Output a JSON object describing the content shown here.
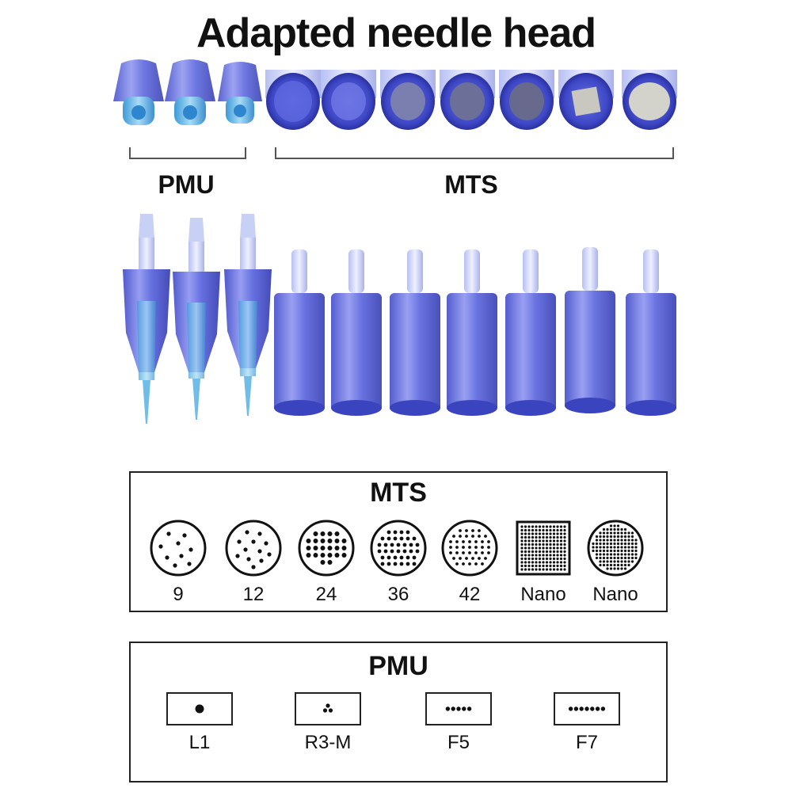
{
  "title": "Adapted needle head",
  "groups": {
    "pmu_label": "PMU",
    "mts_label": "MTS"
  },
  "mts_panel": {
    "title": "MTS",
    "items": [
      {
        "label": "9",
        "pattern": "9"
      },
      {
        "label": "12",
        "pattern": "12"
      },
      {
        "label": "24",
        "pattern": "24"
      },
      {
        "label": "36",
        "pattern": "36"
      },
      {
        "label": "42",
        "pattern": "42"
      },
      {
        "label": "Nano",
        "pattern": "nano-square"
      },
      {
        "label": "Nano",
        "pattern": "nano-round"
      }
    ]
  },
  "pmu_panel": {
    "title": "PMU",
    "items": [
      {
        "label": "L1",
        "pattern": "1"
      },
      {
        "label": "R3-M",
        "pattern": "3"
      },
      {
        "label": "F5",
        "pattern": "5"
      },
      {
        "label": "F7",
        "pattern": "7"
      }
    ]
  },
  "colors": {
    "cartridge_blue": "#4a5ad8",
    "pmu_cyan": "#5fb6e8",
    "ink": "#111111"
  }
}
